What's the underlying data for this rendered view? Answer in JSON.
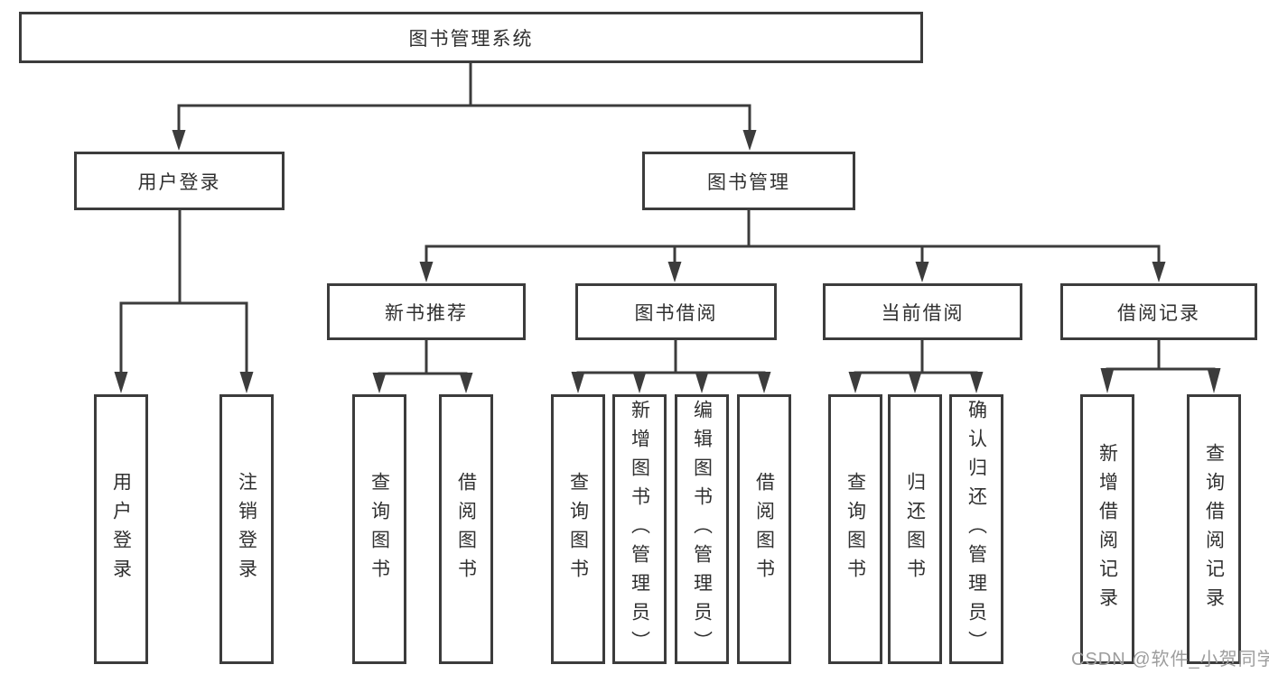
{
  "tree": {
    "label": "图书管理系统",
    "children": [
      {
        "label": "用户登录",
        "children": [
          {
            "label": "用户登录"
          },
          {
            "label": "注销登录"
          }
        ]
      },
      {
        "label": "图书管理",
        "children": [
          {
            "label": "新书推荐",
            "children": [
              {
                "label": "查询图书"
              },
              {
                "label": "借阅图书"
              }
            ]
          },
          {
            "label": "图书借阅",
            "children": [
              {
                "label": "查询图书"
              },
              {
                "label": "新增图书（管理员）"
              },
              {
                "label": "编辑图书（管理员）"
              },
              {
                "label": "借阅图书"
              }
            ]
          },
          {
            "label": "当前借阅",
            "children": [
              {
                "label": "查询图书"
              },
              {
                "label": "归还图书"
              },
              {
                "label": "确认归还（管理员）"
              }
            ]
          },
          {
            "label": "借阅记录",
            "children": [
              {
                "label": "新增借阅记录"
              },
              {
                "label": "查询借阅记录"
              }
            ]
          }
        ]
      }
    ]
  },
  "watermark": "CSDN @软件_小贺同学",
  "colors": {
    "line": "#3c3c3c",
    "box_border": "#3c3c3c",
    "text": "#303030",
    "watermark": "#9d9d9d",
    "background": "#ffffff"
  }
}
